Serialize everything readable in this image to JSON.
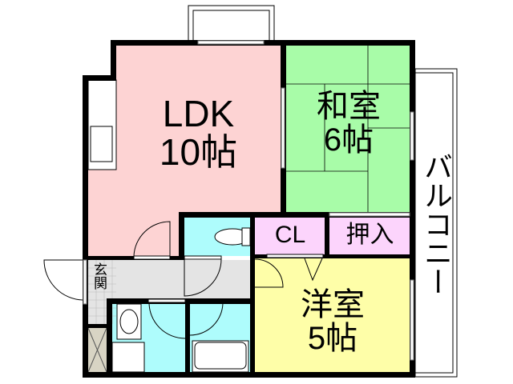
{
  "rooms": {
    "ldk": {
      "name": "LDK",
      "size": "10帖",
      "color": "#fdd3d3"
    },
    "washitsu": {
      "name": "和室",
      "size": "6帖",
      "color": "#a8fca8"
    },
    "yoshitsu": {
      "name": "洋室",
      "size": "5帖",
      "color": "#fefea8"
    },
    "closet": {
      "name": "CL",
      "color": "#fcd4fc"
    },
    "oshiire": {
      "name": "押入",
      "color": "#fcd4fc"
    },
    "genkan": {
      "name": "玄関",
      "color": "#e4e4e4"
    },
    "balcony": {
      "name": "バルコニー"
    },
    "wet_color": "#aefcfc",
    "hall_color": "#e4e4e4"
  }
}
